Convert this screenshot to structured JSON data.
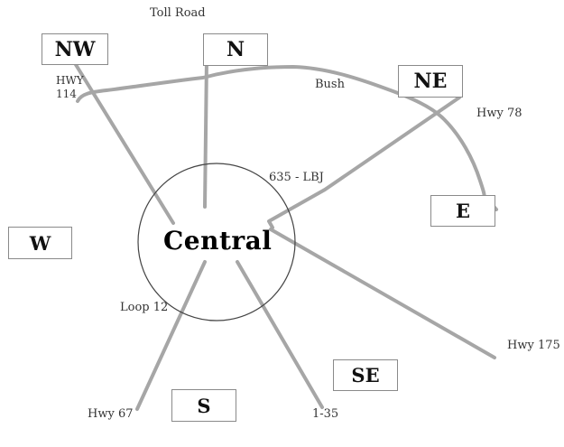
{
  "center": {
    "label": "Central"
  },
  "regions": {
    "nw": "NW",
    "n": "N",
    "ne": "NE",
    "e": "E",
    "w": "W",
    "se": "SE",
    "s": "S"
  },
  "roads": {
    "toll_road": "Toll Road",
    "hwy_114_line1": "HWY",
    "hwy_114_line2": "114",
    "bush": "Bush",
    "hwy_78": "Hwy 78",
    "lbj_635": "635 - LBJ",
    "loop_12": "Loop 12",
    "hwy_175": "Hwy 175",
    "hwy_67": "Hwy 67",
    "i_35": "1-35"
  },
  "colors": {
    "road_stroke": "#a6a6a6",
    "box_border": "#8a8a8a",
    "circle_stroke": "#444444"
  }
}
